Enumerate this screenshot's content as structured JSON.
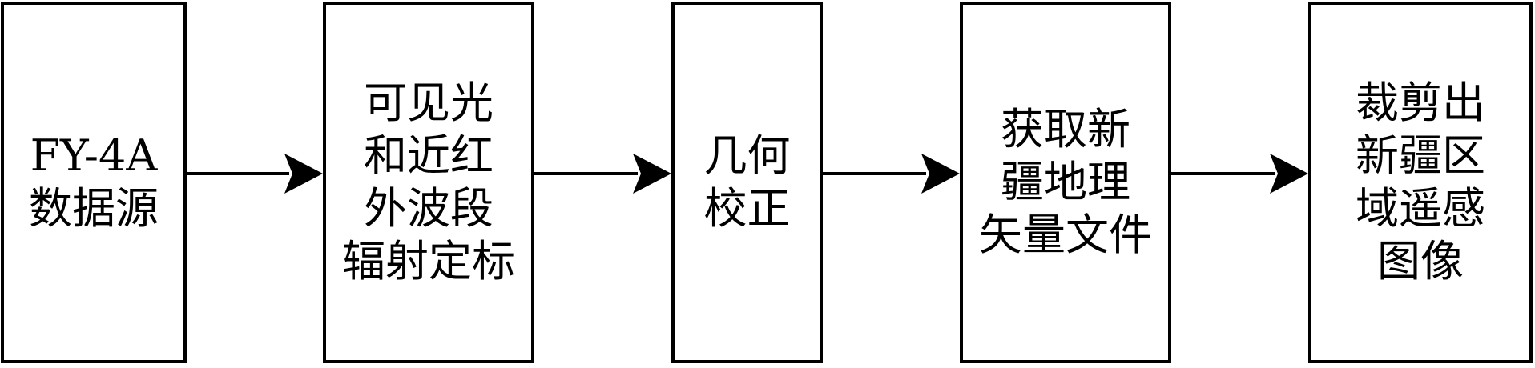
{
  "diagram": {
    "steps": [
      {
        "label": "FY-4A\n数据源"
      },
      {
        "label": "可见光\n和近红\n外波段\n辐射定标"
      },
      {
        "label": "几何\n校正"
      },
      {
        "label": "获取新\n疆地理\n矢量文件"
      },
      {
        "label": "裁剪出\n新疆区\n域遥感\n图像"
      }
    ],
    "colors": {
      "stroke": "#000000",
      "background": "#ffffff"
    }
  }
}
